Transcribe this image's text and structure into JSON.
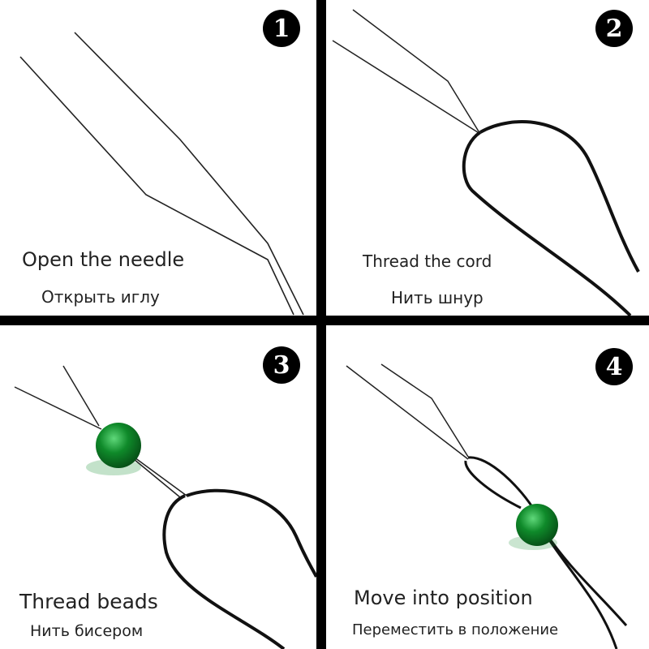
{
  "steps": [
    {
      "number": "1",
      "caption_en": "Open the needle",
      "caption_ru": "Открыть иглу"
    },
    {
      "number": "2",
      "caption_en": "Thread the cord",
      "caption_ru": "Нить шнур"
    },
    {
      "number": "3",
      "caption_en": "Thread beads",
      "caption_ru": "Нить бисером"
    },
    {
      "number": "4",
      "caption_en": "Move into position",
      "caption_ru": "Переместить в положение"
    }
  ],
  "colors": {
    "bead": "#0f8a2a",
    "bead_highlight": "#5fd87a",
    "line": "#111111",
    "divider": "#000000"
  }
}
